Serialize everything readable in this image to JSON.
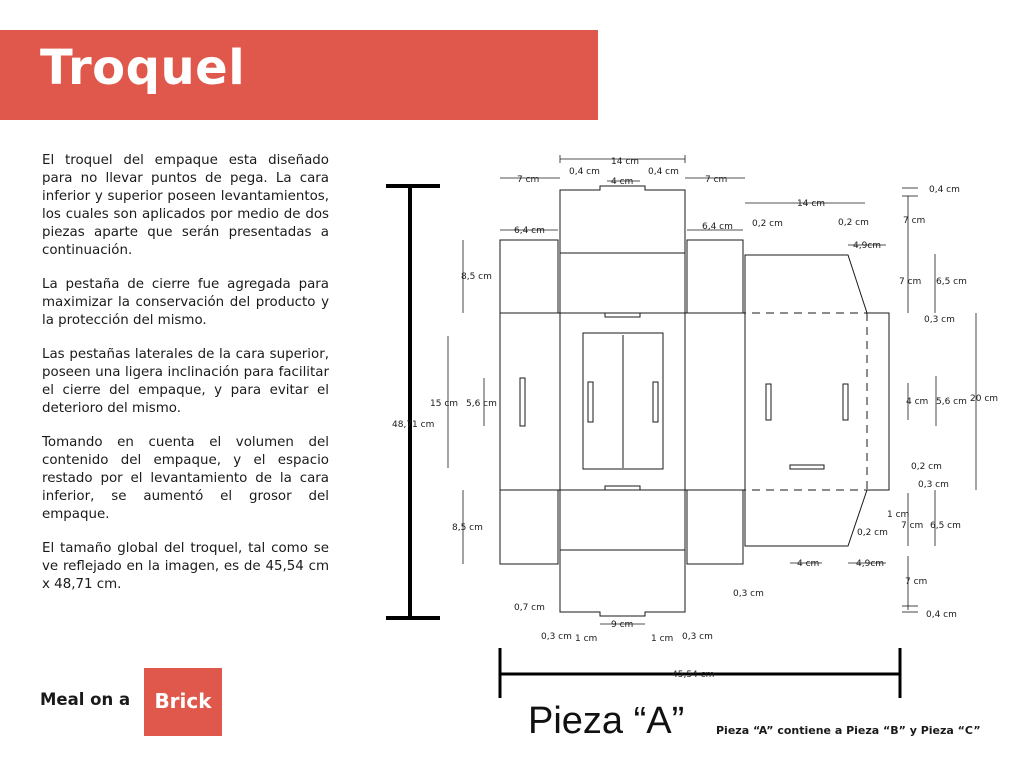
{
  "header": {
    "title": "Troquel",
    "accent_color": "#e0574b"
  },
  "description": {
    "paragraphs": [
      "El troquel del empaque esta diseñado para no llevar puntos de pega. La cara inferior y superior poseen levantamientos, los cuales son aplicados por medio de dos piezas aparte que serán presentadas a continuación.",
      "La pestaña de cierre fue agregada para maximizar la conservación del producto y la protección del mismo.",
      "Las pestañas laterales de la cara superior, poseen una ligera inclinación para facilitar el cierre del empaque, y para evitar el deterioro del mismo.",
      "Tomando en cuenta el volumen del contenido del empaque, y el espacio restado por el levantamiento de la cara inferior, se aumentó el grosor del empaque.",
      "El tamaño global del troquel, tal como se ve reflejado en la imagen, es de 45,54 cm x 48,71 cm."
    ]
  },
  "logo": {
    "left_text": "Meal on a",
    "right_text": "Brick"
  },
  "diagram": {
    "piece_title": "Pieza “A”",
    "caption": "Pieza “A” contiene a Pieza “B” y Pieza “C”",
    "dims": {
      "top_width": "14 cm",
      "top_tab_left": "0,4 cm",
      "top_tab_right": "0,4 cm",
      "top_gap": "4 cm",
      "left_flap_offset": "7 cm",
      "right_flap_offset": "7 cm",
      "left_flap_width": "6,4 cm",
      "right_flap_width": "6,4 cm",
      "upper_panel_height": "8,5 cm",
      "middle_height": "15 cm",
      "slot_height_left": "5,6 cm",
      "total_height": "48,71 cm",
      "lower_panel_height": "8,5 cm",
      "bottom_left_small": "0,7 cm",
      "bottom_left_edge": "0,3 cm",
      "bottom_left_one": "1 cm",
      "bottom_gap": "9 cm",
      "bottom_right_one": "1 cm",
      "bottom_right_edge": "0,3 cm",
      "total_width": "45,54 cm",
      "right_top_width": "14 cm",
      "right_tab_a": "0,2 cm",
      "right_tab_b": "0,2 cm",
      "right_incline_top": "4,9cm",
      "right_incline_bottom": "4,9cm",
      "right_bottom_gap": "4 cm",
      "right_bottom_small": "0,3 cm",
      "rt_04_top": "0,4 cm",
      "rt_7_a": "7 cm",
      "rt_7_b": "7 cm",
      "rt_65_top": "6,5 cm",
      "rt_03_top": "0,3 cm",
      "rt_20": "20 cm",
      "rt_4": "4 cm",
      "rt_56": "5,6 cm",
      "rt_02_mid": "0,2 cm",
      "rt_03_mid": "0,3 cm",
      "rt_1": "1 cm",
      "rt_02_low": "0,2 cm",
      "rt_7_c": "7 cm",
      "rt_65_low": "6,5 cm",
      "rt_7_d": "7 cm",
      "rt_04_bottom": "0,4 cm"
    }
  }
}
